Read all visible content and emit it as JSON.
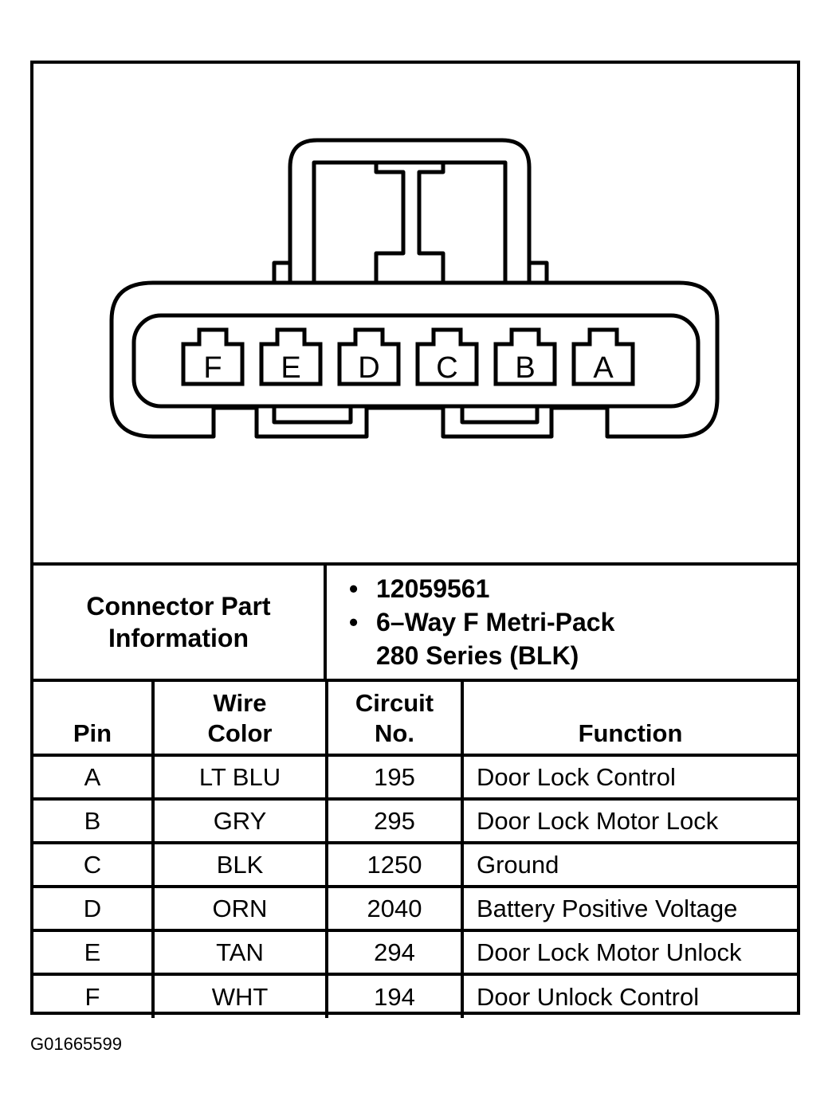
{
  "connector": {
    "pins_left_to_right": [
      "F",
      "E",
      "D",
      "C",
      "B",
      "A"
    ]
  },
  "part_info": {
    "label": "Connector Part\nInformation",
    "items": [
      "12059561",
      "6–Way F Metri-Pack\n280 Series (BLK)"
    ]
  },
  "table": {
    "headers": {
      "pin": "Pin",
      "wire_color": "Wire\nColor",
      "circuit_no": "Circuit\nNo.",
      "function": "Function"
    },
    "rows": [
      {
        "pin": "A",
        "wire_color": "LT BLU",
        "circuit": "195",
        "function": "Door Lock Control"
      },
      {
        "pin": "B",
        "wire_color": "GRY",
        "circuit": "295",
        "function": "Door Lock Motor Lock"
      },
      {
        "pin": "C",
        "wire_color": "BLK",
        "circuit": "1250",
        "function": "Ground"
      },
      {
        "pin": "D",
        "wire_color": "ORN",
        "circuit": "2040",
        "function": "Battery Positive Voltage"
      },
      {
        "pin": "E",
        "wire_color": "TAN",
        "circuit": "294",
        "function": "Door Lock Motor Unlock"
      },
      {
        "pin": "F",
        "wire_color": "WHT",
        "circuit": "194",
        "function": "Door Unlock Control"
      }
    ]
  },
  "figure_id": "G01665599"
}
